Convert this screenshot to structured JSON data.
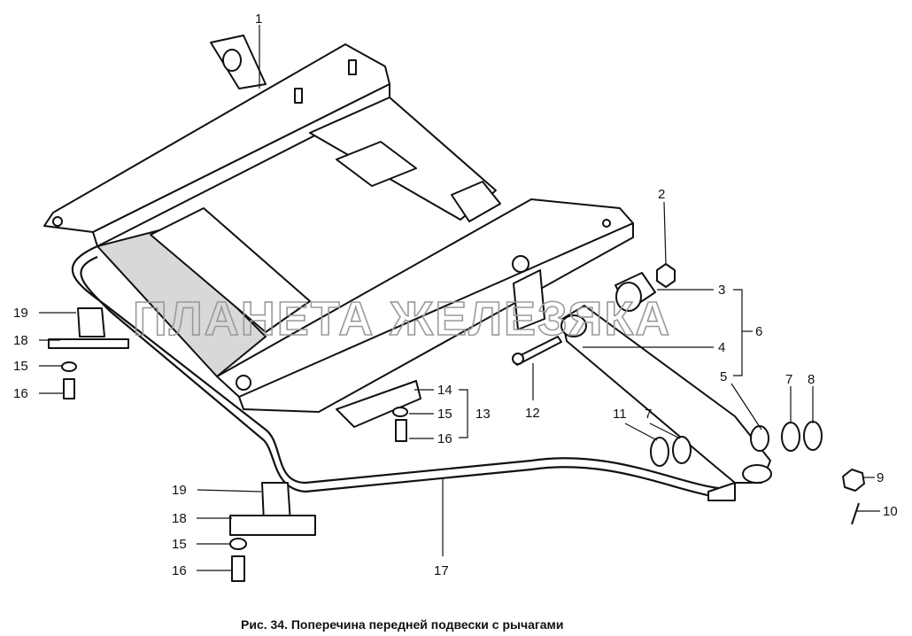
{
  "caption": "Рис. 34. Поперечина передней подвески с рычагами",
  "watermark": "ПЛАНЕТА ЖЕЛЕЗЯКА",
  "callouts": {
    "c1": "1",
    "c2": "2",
    "c3": "3",
    "c4": "4",
    "c5": "5",
    "c6": "6",
    "c7a": "7",
    "c7b": "7",
    "c8": "8",
    "c9": "9",
    "c10": "10",
    "c11": "11",
    "c12": "12",
    "c13": "13",
    "c14": "14",
    "c15a": "15",
    "c16a": "16",
    "c17": "17",
    "c18a": "18",
    "c19a": "19",
    "c15b": "15",
    "c16b": "16",
    "c18b": "18",
    "c19b": "19",
    "c15c": "15",
    "c16c": "16"
  }
}
